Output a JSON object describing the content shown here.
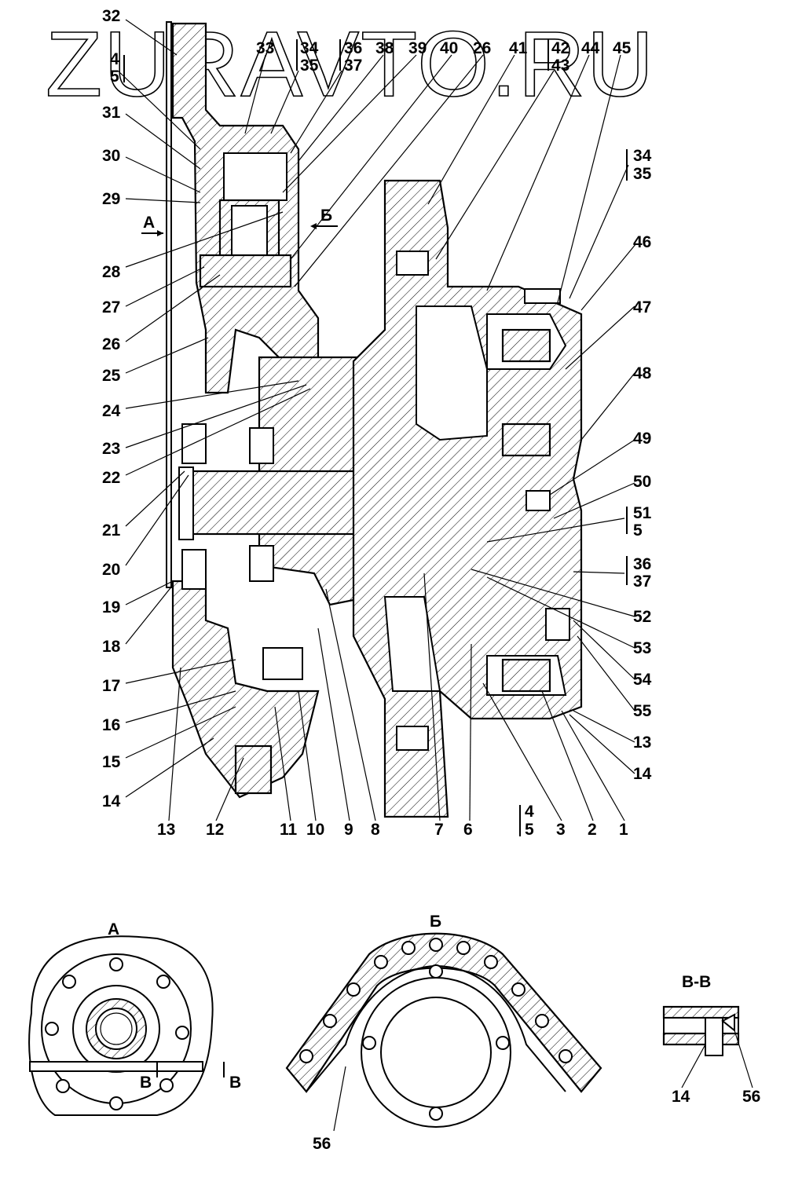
{
  "watermark": "ZURAVTO.RU",
  "top_labels": [
    "32",
    "4",
    "5",
    "33",
    "34",
    "35",
    "36",
    "37",
    "38",
    "39",
    "40",
    "26",
    "41",
    "42",
    "43",
    "44",
    "45"
  ],
  "left_labels": [
    "31",
    "30",
    "29",
    "28",
    "27",
    "26",
    "25",
    "24",
    "23",
    "22",
    "21",
    "20",
    "19",
    "18",
    "17",
    "16",
    "15",
    "14"
  ],
  "right_labels": [
    "34",
    "35",
    "46",
    "47",
    "48",
    "49",
    "50",
    "51",
    "5",
    "36",
    "37",
    "52",
    "53",
    "54",
    "55",
    "13",
    "14"
  ],
  "bottom_labels": [
    "13",
    "12",
    "11",
    "10",
    "9",
    "8",
    "7",
    "6",
    "4",
    "5",
    "3",
    "2",
    "1"
  ],
  "marks": {
    "view_a": "А",
    "view_b": "Б"
  },
  "views": {
    "a": {
      "title": "А",
      "section_mark": "В"
    },
    "b": {
      "title": "Б",
      "callout": "56"
    },
    "c": {
      "title": "В-В",
      "callouts": [
        "14",
        "56"
      ]
    }
  }
}
